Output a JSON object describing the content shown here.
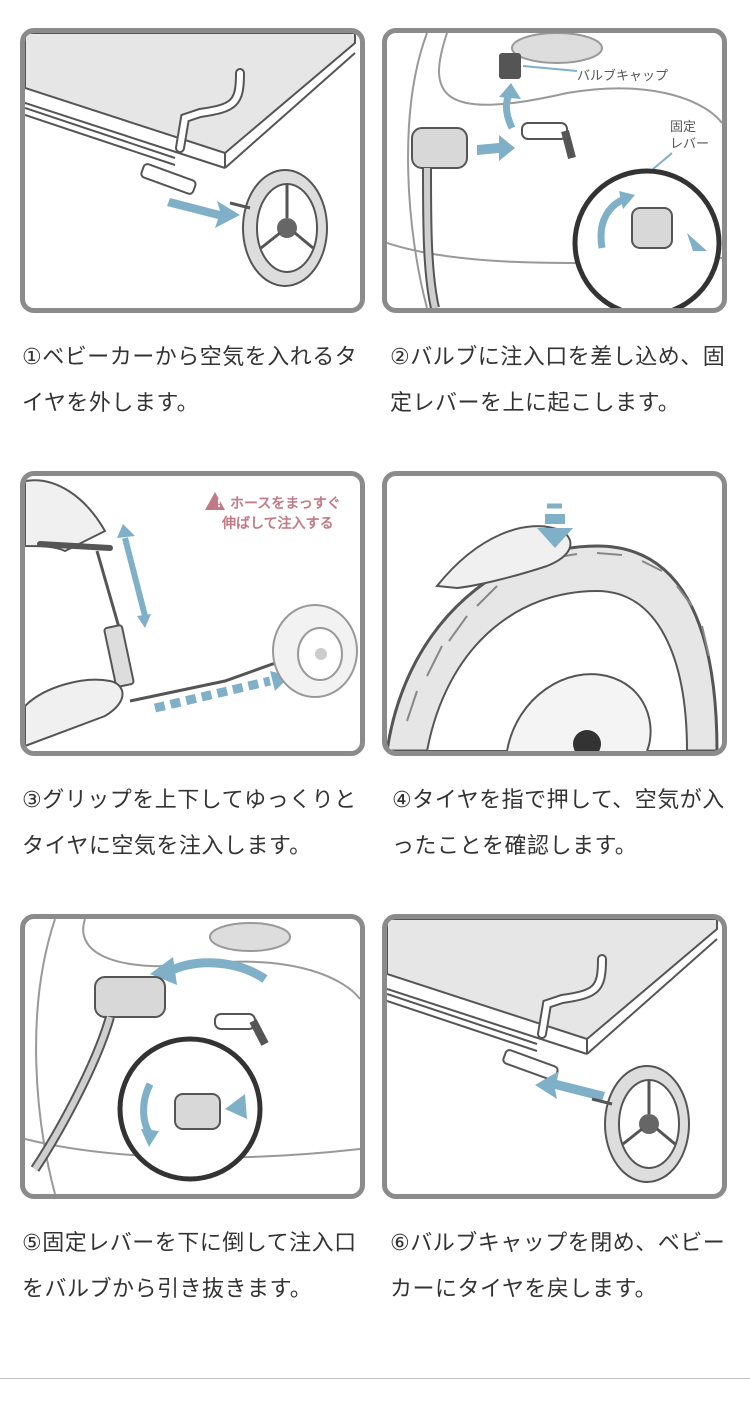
{
  "steps": [
    {
      "caption": "①ベビーカーから空気を入れるタイヤを外します。"
    },
    {
      "caption": "②バルブに注入口を差し込め、固定レバーを上に起こします。",
      "callouts": {
        "valve_cap": "バルブキャップ",
        "lever_line1": "固定",
        "lever_line2": "レバー"
      }
    },
    {
      "caption": "③グリップを上下してゆっくりとタイヤに空気を注入します。",
      "warning": {
        "line1": "ホースをまっすぐ",
        "line2": "伸ばして注入する",
        "icon": "warning-triangle-icon",
        "color": "#c27a86"
      }
    },
    {
      "caption": "④タイヤを指で押して、空気が入ったことを確認します。"
    },
    {
      "caption": "⑤固定レバーを下に倒して注入口をバルブから引き抜きます。"
    },
    {
      "caption": "⑥バルブキャップを閉め、ベビーカーにタイヤを戻します。"
    }
  ],
  "colors": {
    "frame": "#8b8b8b",
    "arrow": "#7fb0c8",
    "line": "#555555",
    "fill": "#e6e6e6"
  }
}
